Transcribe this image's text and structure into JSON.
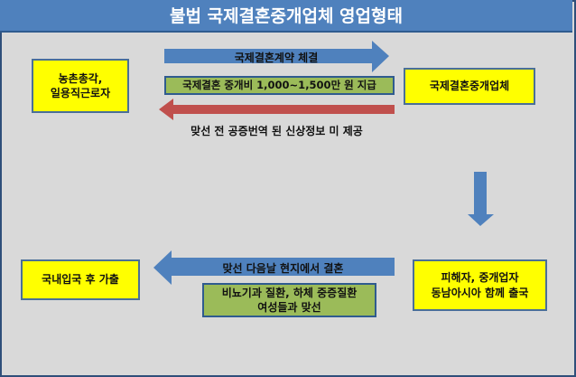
{
  "title": "불법 국제결혼중개업체 영업형태",
  "nodes": {
    "farmers": "농촌총각,\n일용직근로자",
    "agency": "국제결혼중개업체",
    "departure": "피해자, 중개업자\n동남아시아 함께 출국",
    "runaway": "국내입국 후 가출"
  },
  "arrows": {
    "contract": "국제결혼계약 체결",
    "fee": "국제결혼 중개비 1,000~1,500만 원 지급",
    "no_info": "맞선 전 공증번역 된 신상정보 미 제공",
    "marriage": "맞선 다음날 현지에서 결혼",
    "disease": "비뇨기과 질환, 하체 중증질환\n여성들과 맞선"
  },
  "colors": {
    "blue": "#4f81bd",
    "red": "#c0504d",
    "yellow": "#ffff00",
    "green": "#9bbb59"
  }
}
